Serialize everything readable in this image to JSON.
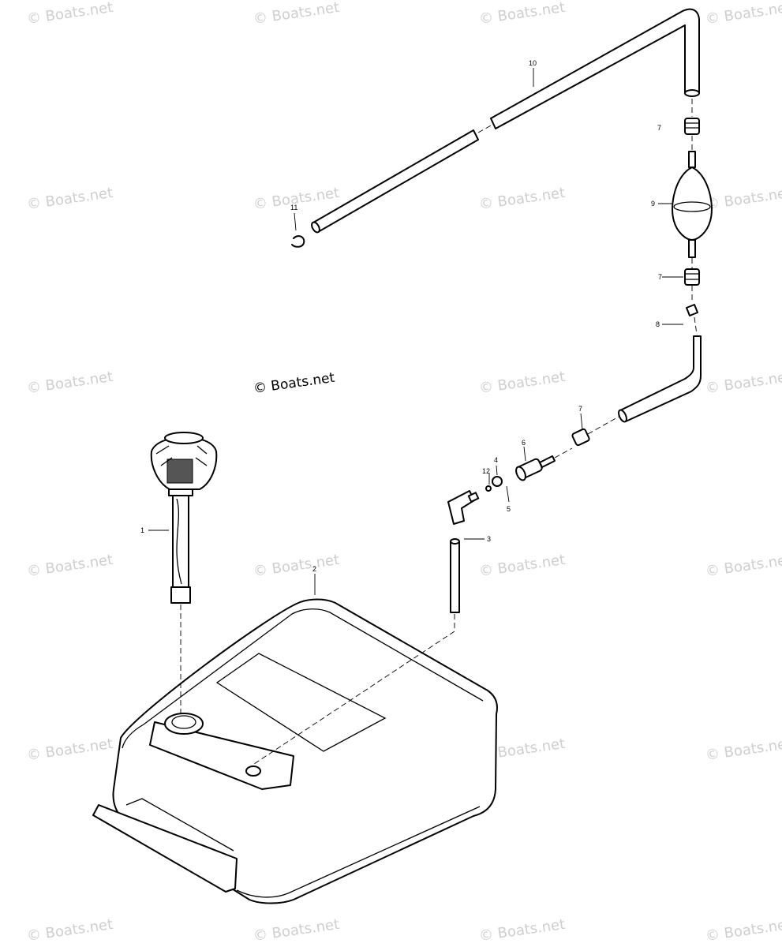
{
  "watermark": "© Boats.net",
  "copyright": "© Boats.net",
  "callouts": [
    {
      "id": "label-1",
      "text": "1"
    },
    {
      "id": "label-2",
      "text": "2"
    },
    {
      "id": "label-3",
      "text": "3"
    },
    {
      "id": "label-4",
      "text": "4"
    },
    {
      "id": "label-5",
      "text": "5"
    },
    {
      "id": "label-6",
      "text": "6"
    },
    {
      "id": "label-7a",
      "text": "7"
    },
    {
      "id": "label-7b",
      "text": "7"
    },
    {
      "id": "label-7c",
      "text": "7"
    },
    {
      "id": "label-8",
      "text": "8"
    },
    {
      "id": "label-9",
      "text": "9"
    },
    {
      "id": "label-10",
      "text": "10"
    },
    {
      "id": "label-11",
      "text": "11"
    },
    {
      "id": "label-12",
      "text": "12"
    }
  ]
}
